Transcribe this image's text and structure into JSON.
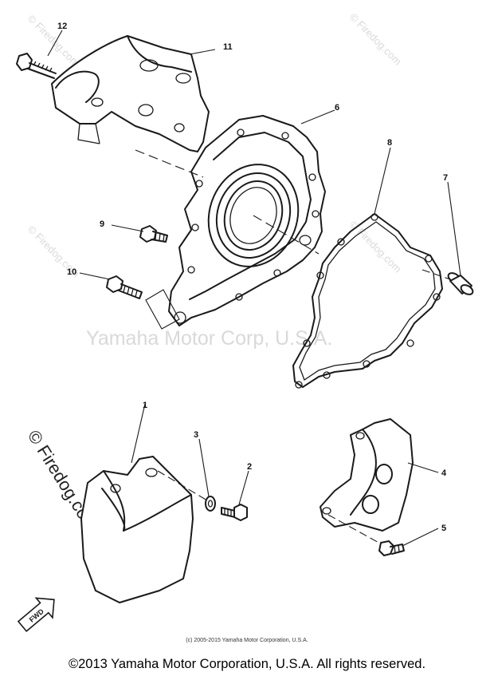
{
  "watermarks": {
    "firedog_small": "© Firedog.com",
    "yamaha_center": "Yamaha Motor Corp, U.S.A.",
    "firedog_large": "© Firedog.com"
  },
  "callouts": [
    "1",
    "2",
    "3",
    "4",
    "5",
    "6",
    "7",
    "8",
    "9",
    "10",
    "11",
    "12"
  ],
  "fwd_label": "FWD",
  "credit_line": "(c) 2005-2015 Yamaha Motor Corporation, U.S.A.",
  "copyright": "©2013 Yamaha Motor Corporation, U.S.A. All rights reserved."
}
